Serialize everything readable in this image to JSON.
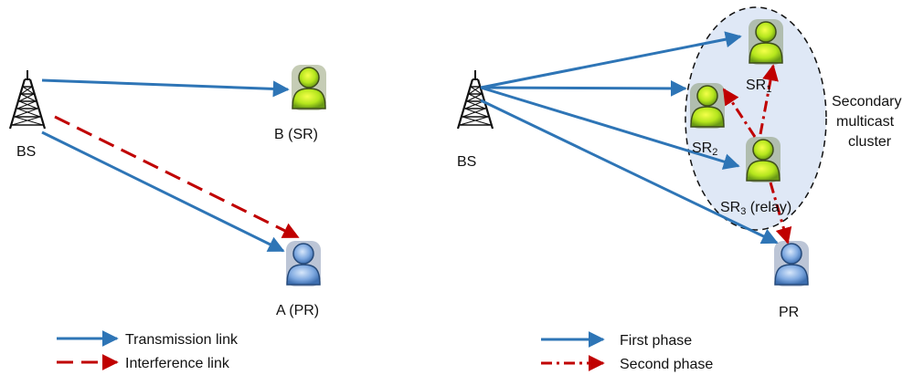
{
  "left_diagram": {
    "bs_label": "BS",
    "sr_label": "B (SR)",
    "pr_label": "A (PR)",
    "legend": {
      "transmission": "Transmission link",
      "interference": "Interference link"
    }
  },
  "right_diagram": {
    "bs_label": "BS",
    "sr1_label": "SR",
    "sr1_sub": "1",
    "sr2_label": "SR",
    "sr2_sub": "2",
    "sr3_label": "SR",
    "sr3_sub": "3",
    "sr3_suffix": " (relay)",
    "pr_label": "PR",
    "cluster_label": [
      "Secondary",
      "multicast",
      "cluster"
    ],
    "legend": {
      "first": "First phase",
      "second": "Second phase"
    }
  },
  "colors": {
    "transmission": "#2e75b6",
    "interference": "#c00000",
    "cluster_fill": "#dfe8f6",
    "sr_body": "#9acd32",
    "pr_body": "#5b8fd1"
  },
  "icons": [
    "antenna-tower-icon",
    "secondary-user-icon",
    "primary-user-icon"
  ]
}
